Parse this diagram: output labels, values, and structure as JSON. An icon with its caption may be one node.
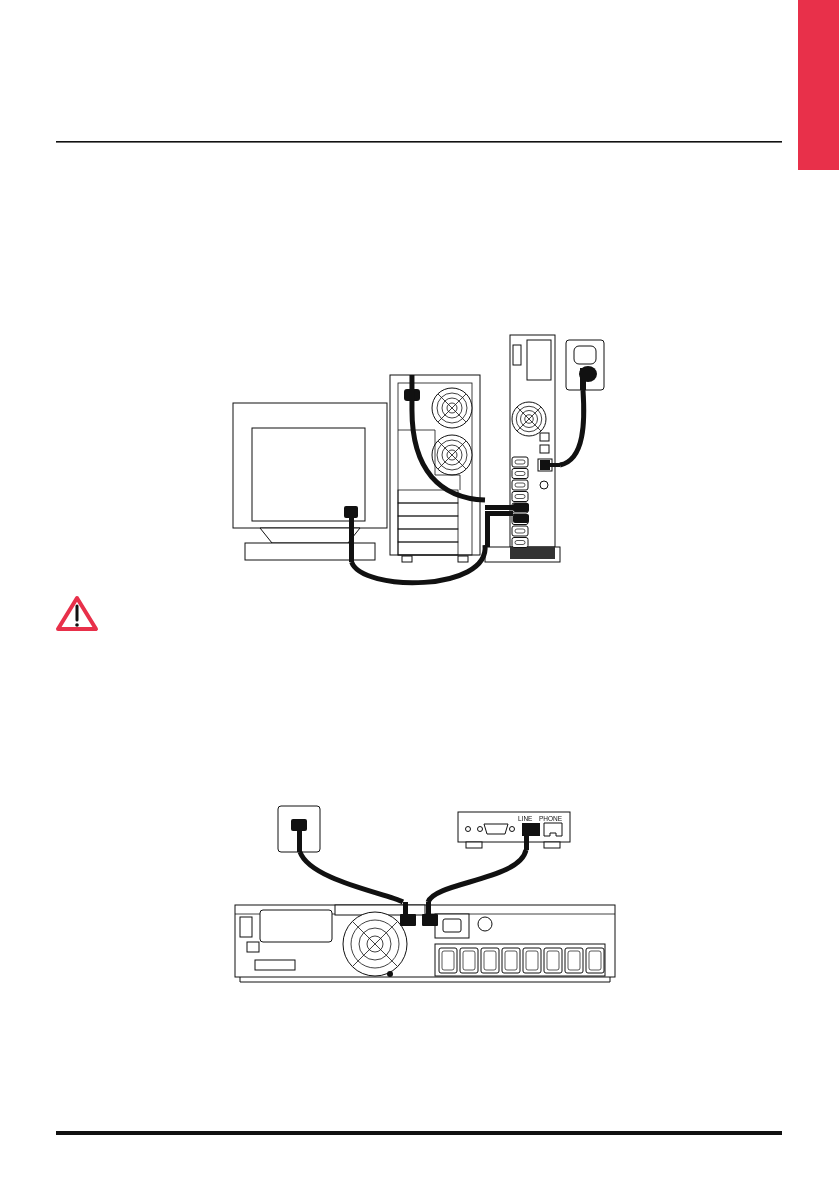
{
  "diagram": {
    "nodes": [
      {
        "text": [],
        "shape": "monitor"
      },
      {
        "text": [],
        "shape": "computer"
      },
      {
        "text": [],
        "shape": "ups"
      },
      {
        "text": [],
        "shape": "outlet"
      },
      {
        "text": [],
        "shape": "jack"
      },
      {
        "text": [],
        "shape": "modem"
      },
      {
        "text": [],
        "shape": "ups"
      },
      {
        "text": [],
        "shape": "tab"
      }
    ],
    "edges": [
      {
        "from": 0,
        "to": 2,
        "arrow": "none"
      },
      {
        "from": 1,
        "to": 2,
        "arrow": "none"
      },
      {
        "from": 2,
        "to": 3,
        "arrow": "none"
      },
      {
        "from": 4,
        "to": 6,
        "arrow": "none"
      },
      {
        "from": 5,
        "to": 6,
        "arrow": "none"
      }
    ],
    "labels": [
      "LINE",
      "PHONE"
    ]
  }
}
